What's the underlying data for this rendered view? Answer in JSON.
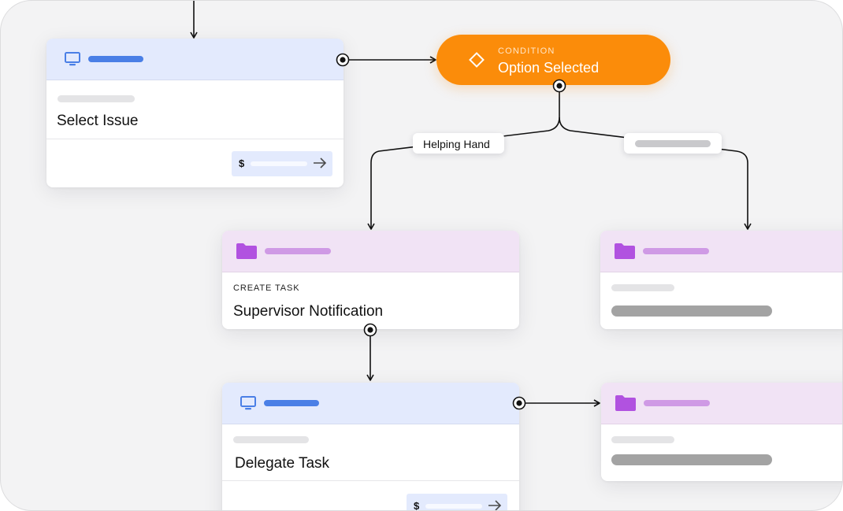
{
  "nodes": {
    "select_issue": {
      "title": "Select Issue",
      "price_symbol": "$"
    },
    "condition": {
      "label": "CONDITION",
      "title": "Option Selected"
    },
    "supervisor": {
      "label": "CREATE TASK",
      "title": "Supervisor Notification"
    },
    "delegate": {
      "title": "Delegate Task",
      "price_symbol": "$"
    }
  },
  "branches": {
    "left_label": "Helping Hand"
  },
  "icons": {
    "action_card": "monitor-icon",
    "task_card": "folder-icon",
    "condition": "diamond-icon",
    "price": "arrow-right-icon"
  },
  "colors": {
    "canvas": "#f3f3f4",
    "condition": "#fb8c0a",
    "action_header": "#e3eafd",
    "action_accent": "#4a7fe6",
    "task_header": "#f1e3f5",
    "task_accent": "#b152e0",
    "connector": "#111111"
  }
}
